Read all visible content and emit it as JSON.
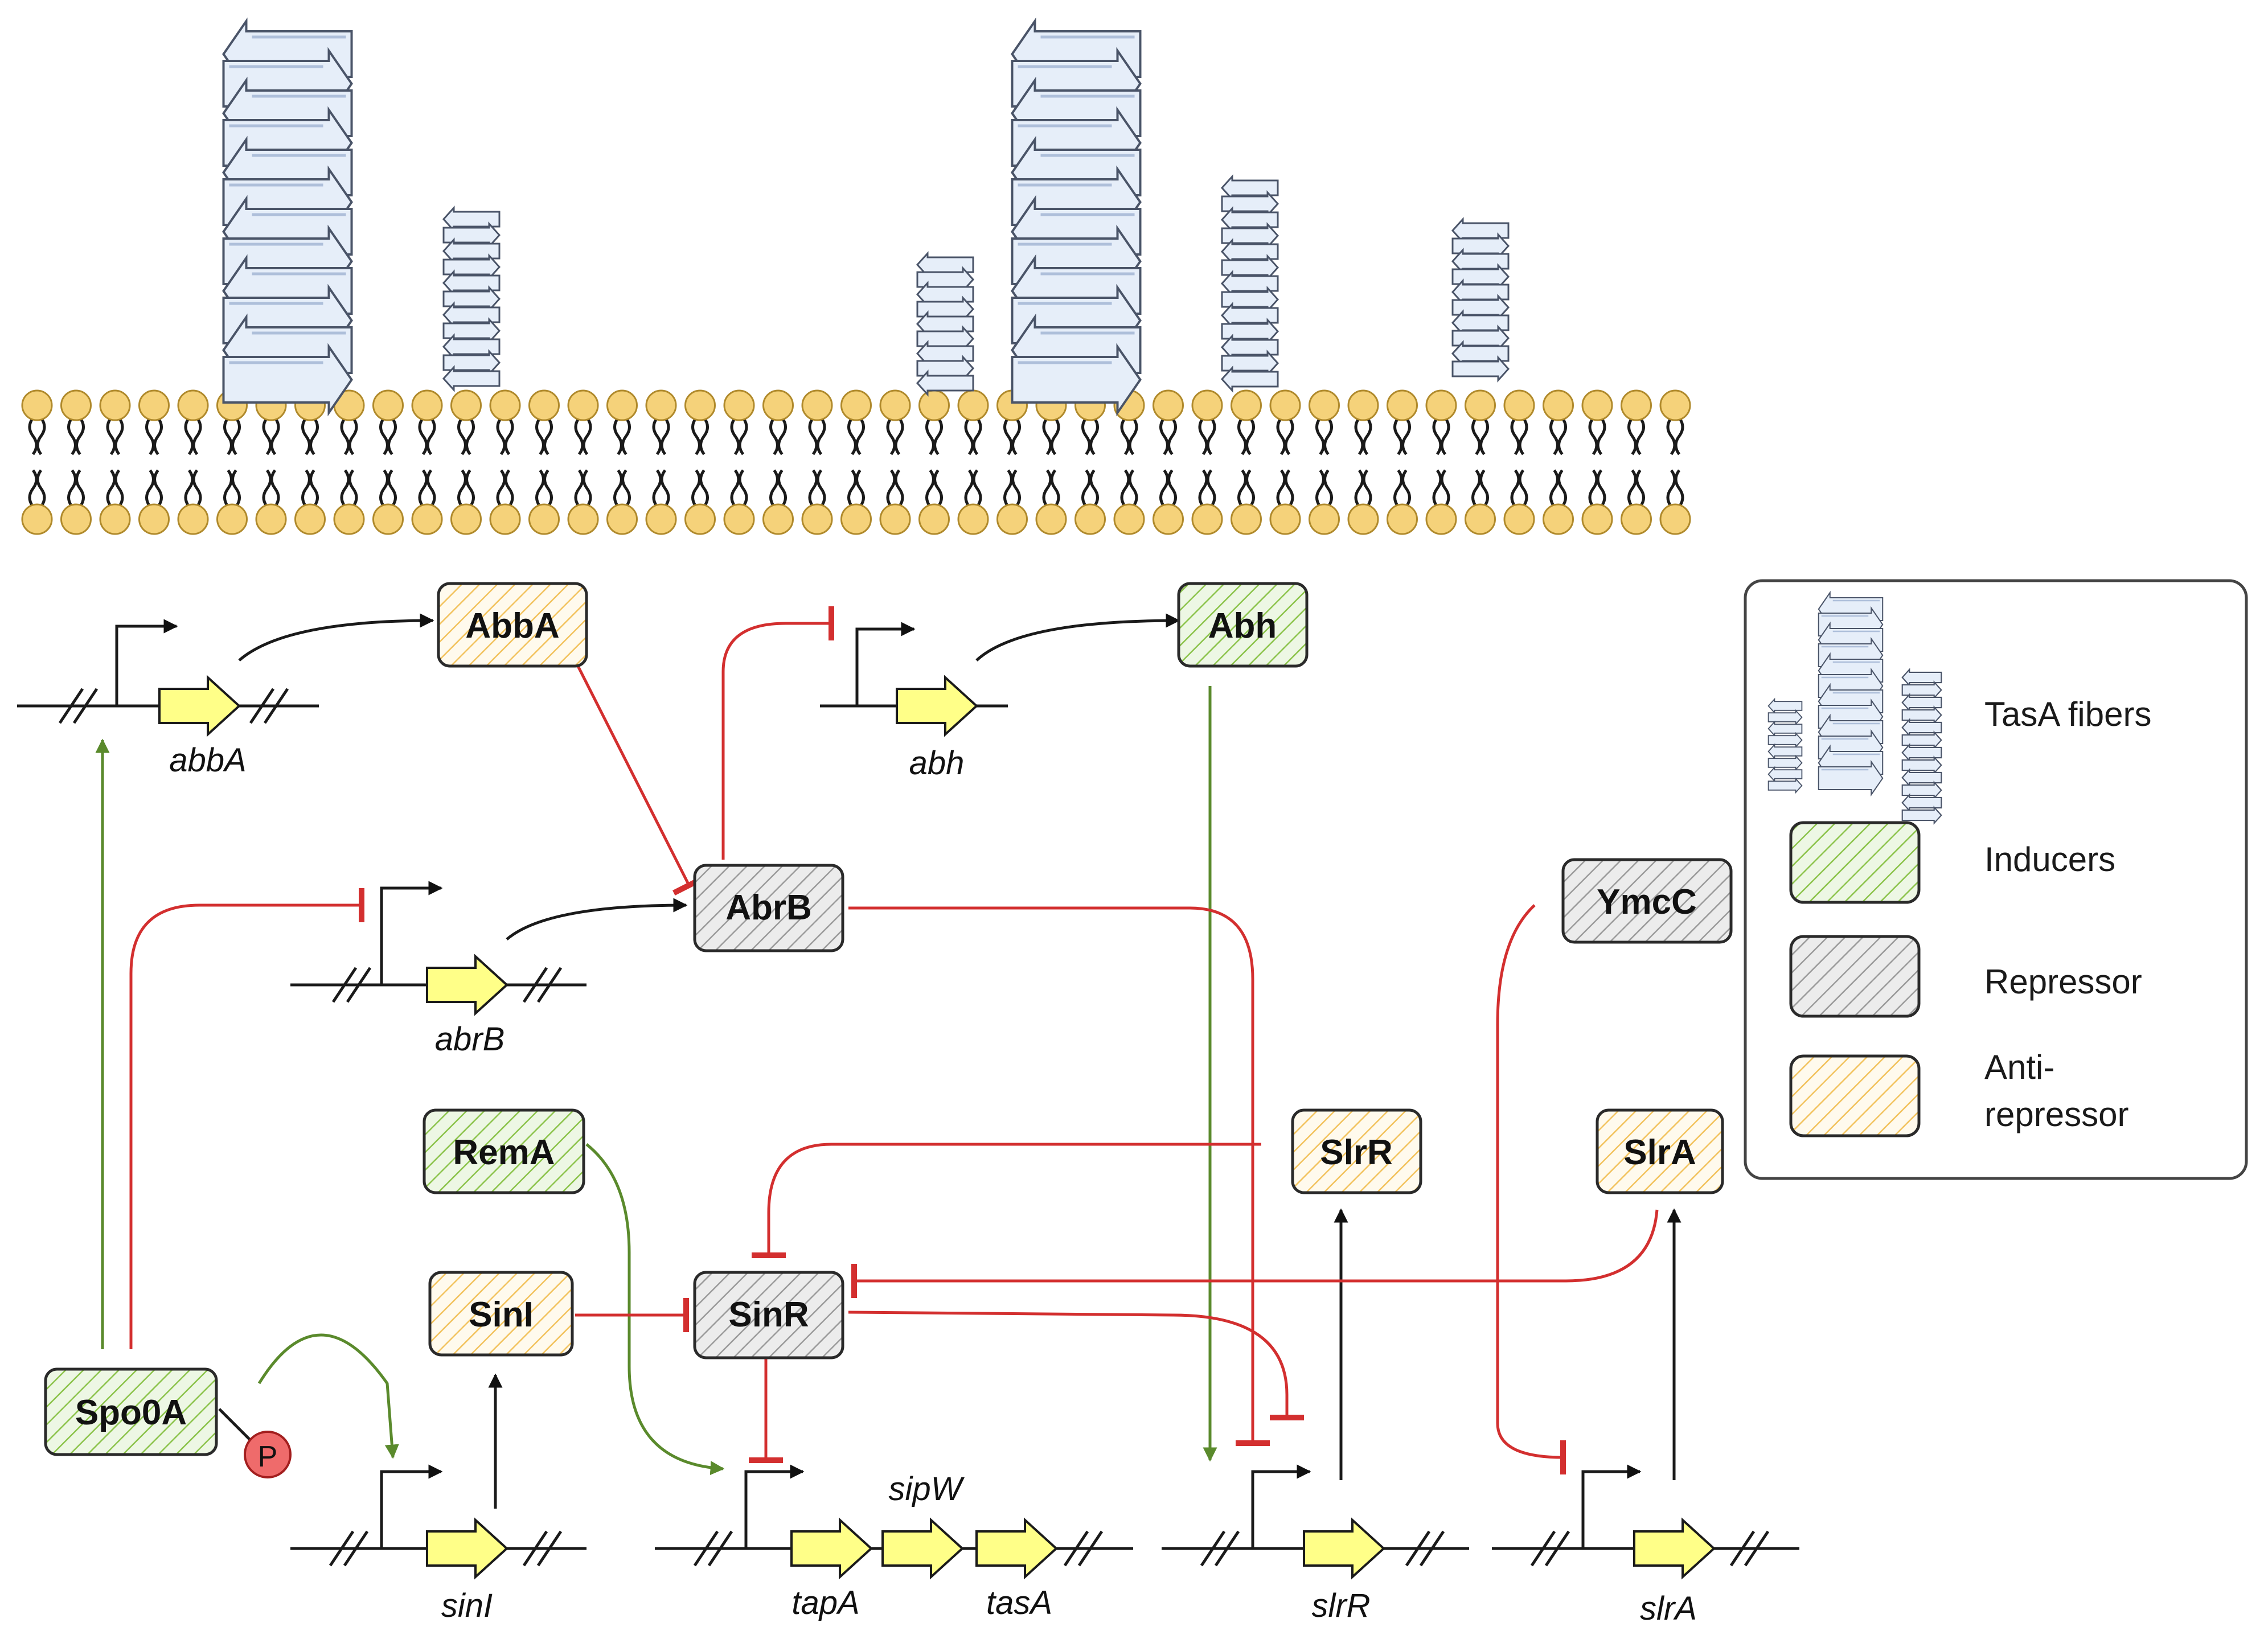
{
  "proteins": {
    "abba": "AbbA",
    "abh": "Abh",
    "abrb": "AbrB",
    "ymcc": "YmcC",
    "rema": "RemA",
    "slrr": "SlrR",
    "slra": "SlrA",
    "sini": "SinI",
    "sinr": "SinR",
    "spo0a": "Spo0A",
    "phospho": "P"
  },
  "genes": {
    "abba": "abbA",
    "abh": "abh",
    "abrb": "abrB",
    "sini": "sinI",
    "tapa": "tapA",
    "sipw": "sipW",
    "tasa": "tasA",
    "slrr": "slrR",
    "slra": "slrA"
  },
  "legend": {
    "fibers": "TasA fibers",
    "inducers": "Inducers",
    "repressor": "Repressor",
    "antirepressor_line1": "Anti-",
    "antirepressor_line2": "repressor"
  },
  "colors": {
    "inducer": "#7cb342",
    "repressor": "#8a8a8a",
    "antirepressor": "#f5c861",
    "activation": "#5a8a2c",
    "repression": "#d32f2f",
    "membrane_head": "#f5d27a",
    "gene_arrow": "#ffff88"
  }
}
